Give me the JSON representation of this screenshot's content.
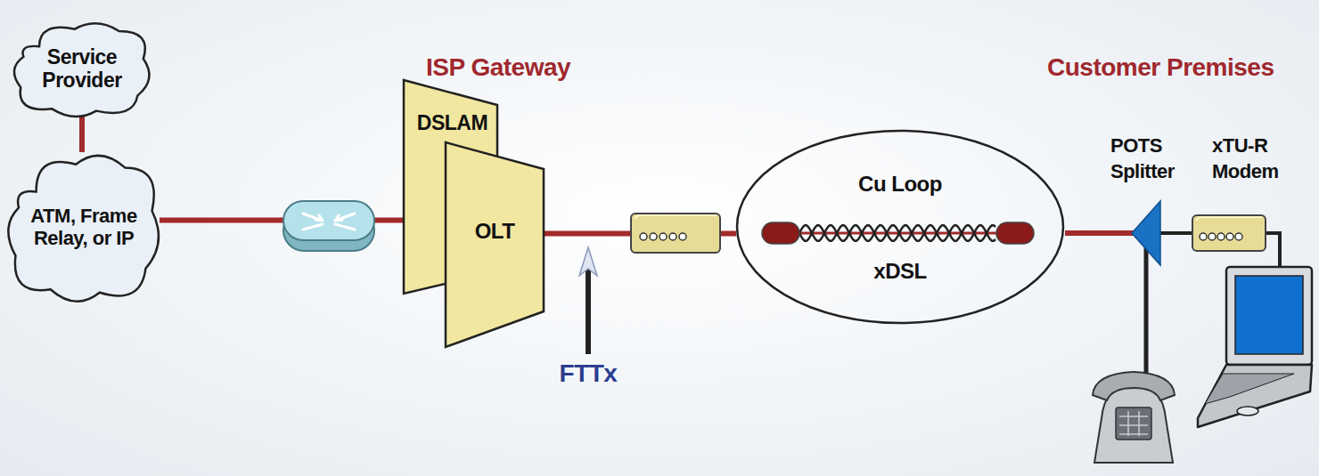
{
  "diagram": {
    "nodes": [
      {
        "text": [
          "Service Provider"
        ]
      },
      {
        "text": [
          "ATM, Frame Relay, or IP"
        ]
      },
      {
        "text": [
          "DSLAM"
        ]
      },
      {
        "text": [
          "OLT"
        ]
      },
      {
        "text": [
          "Cu Loop",
          "xDSL"
        ]
      }
    ],
    "edges": [
      {
        "from": 0,
        "to": 1,
        "arrow": "none"
      },
      {
        "from": 1,
        "to": 2,
        "arrow": "none"
      },
      {
        "from": 3,
        "to": 4,
        "arrow": "none"
      }
    ],
    "labels": [
      "ISP Gateway",
      "Customer Premises",
      "FTTx",
      "POTS Splitter",
      "xTU-R Modem"
    ]
  }
}
